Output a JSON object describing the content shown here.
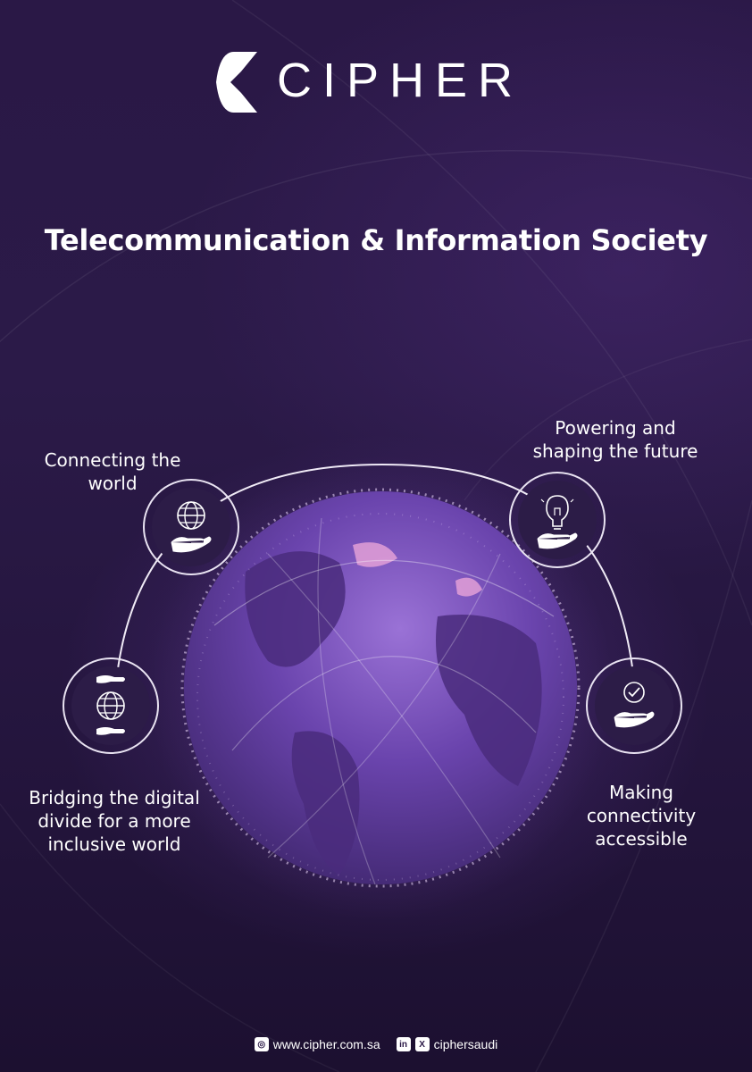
{
  "brand": {
    "name": "CIPHER"
  },
  "title": "Telecommunication & Information Society",
  "features": {
    "connecting": {
      "line1": "Connecting the",
      "line2": "world",
      "icon": "globe-in-hand-icon"
    },
    "powering": {
      "line1": "Powering and",
      "line2": "shaping the future",
      "icon": "lightbulb-in-hand-icon"
    },
    "bridging": {
      "line1": "Bridging the digital",
      "line2": "divide for a more",
      "line3": "inclusive world",
      "icon": "globe-between-hands-icon"
    },
    "making": {
      "line1": "Making",
      "line2": "connectivity",
      "line3": "accessible",
      "icon": "check-in-hand-icon"
    }
  },
  "footer": {
    "website": "www.cipher.com.sa",
    "social_handle": "ciphersaudi",
    "icons": [
      "web-icon",
      "linkedin-icon",
      "x-icon"
    ]
  },
  "colors": {
    "background": "#2a1846",
    "globe": "#6b46b0",
    "accent_pink": "#e8a4d8",
    "text": "#ffffff"
  }
}
